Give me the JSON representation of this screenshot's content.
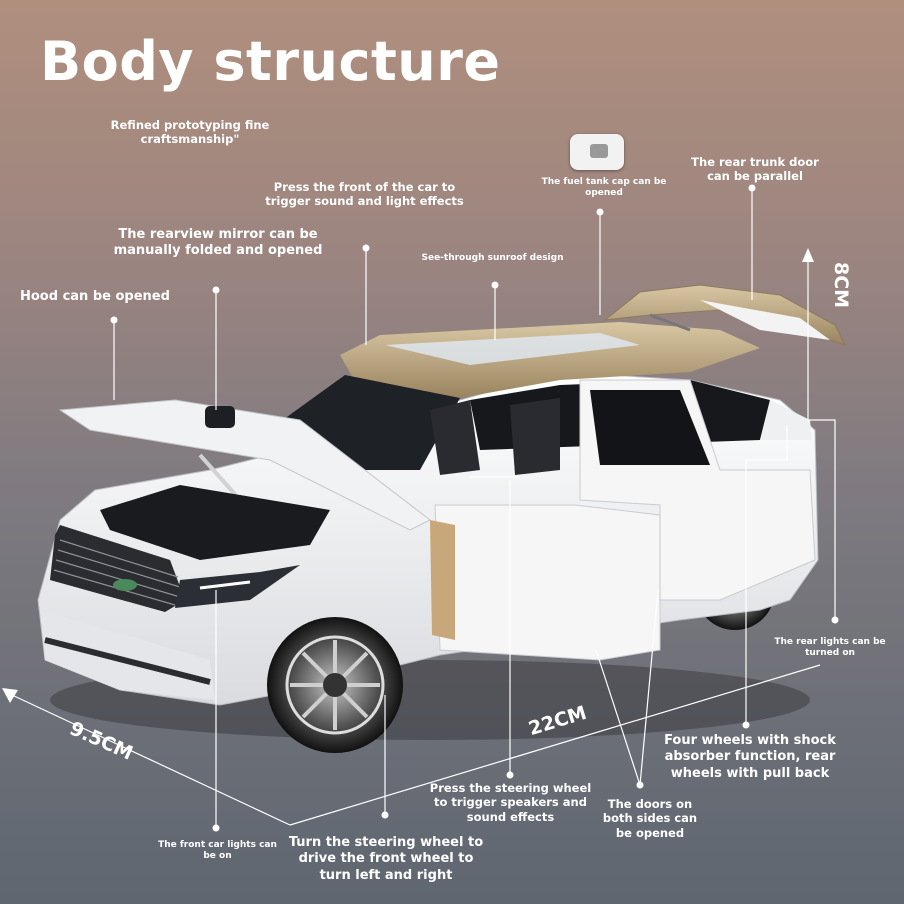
{
  "title": "Body structure",
  "labels": {
    "refined": "Refined prototyping fine craftsmanship\"",
    "press_front": "Press the front of the car to trigger sound and light effects",
    "mirror": "The rearview mirror can be manually folded and opened",
    "hood": "Hood can be opened",
    "sunroof": "See-through sunroof design",
    "fuel": "The fuel tank cap can be opened",
    "trunk": "The rear trunk door can be parallel",
    "rear_lights": "The rear lights can be turned on",
    "wheels": "Four wheels with shock absorber function, rear wheels with pull back",
    "doors": "The doors on both sides can be opened",
    "steering_sound": "Press the steering wheel to trigger speakers and sound effects",
    "steering_turn": "Turn the steering wheel to drive the front wheel to turn left and right",
    "front_lights": "The front car lights can be on"
  },
  "dimensions": {
    "height": "8CM",
    "length": "22CM",
    "width": "9.5CM"
  },
  "colors": {
    "body": "#f4f4f4",
    "roof_gold": "#b8a27a",
    "wheel": "#2a2a2a",
    "label": "#ffffff"
  }
}
